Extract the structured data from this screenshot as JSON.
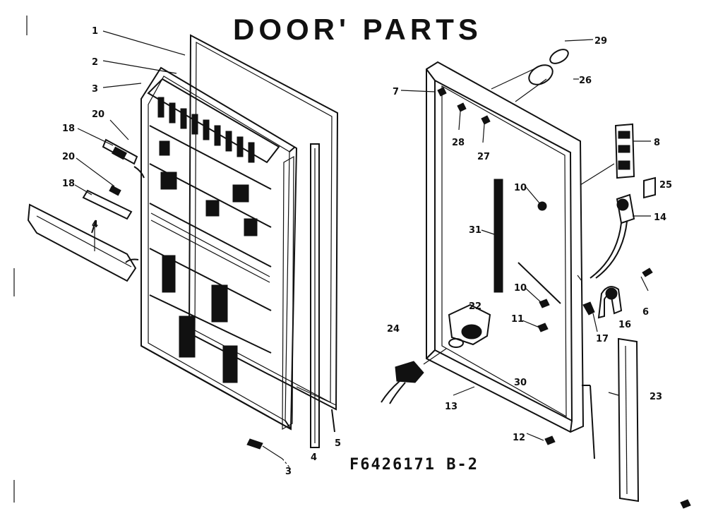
{
  "title": "DOOR' PARTS",
  "part_number": "F6426171 B-2",
  "callouts": {
    "c1": "1",
    "c2": "2",
    "c3": "3",
    "c20a": "20",
    "c18a": "18",
    "c20b": "20",
    "c18b": "18",
    "c4a": "4",
    "c3b": "3",
    "c4b": "4",
    "c5": "5",
    "c7": "7",
    "c29": "29",
    "c26": "26",
    "c28": "28",
    "c27": "27",
    "c8": "8",
    "c25": "25",
    "c14": "14",
    "c10a": "10",
    "c31": "31",
    "c10b": "10",
    "c6": "6",
    "c22": "22",
    "c11": "11",
    "c17": "17",
    "c16": "16",
    "c24": "24",
    "c30": "30",
    "c13": "13",
    "c12": "12",
    "c23": "23"
  }
}
